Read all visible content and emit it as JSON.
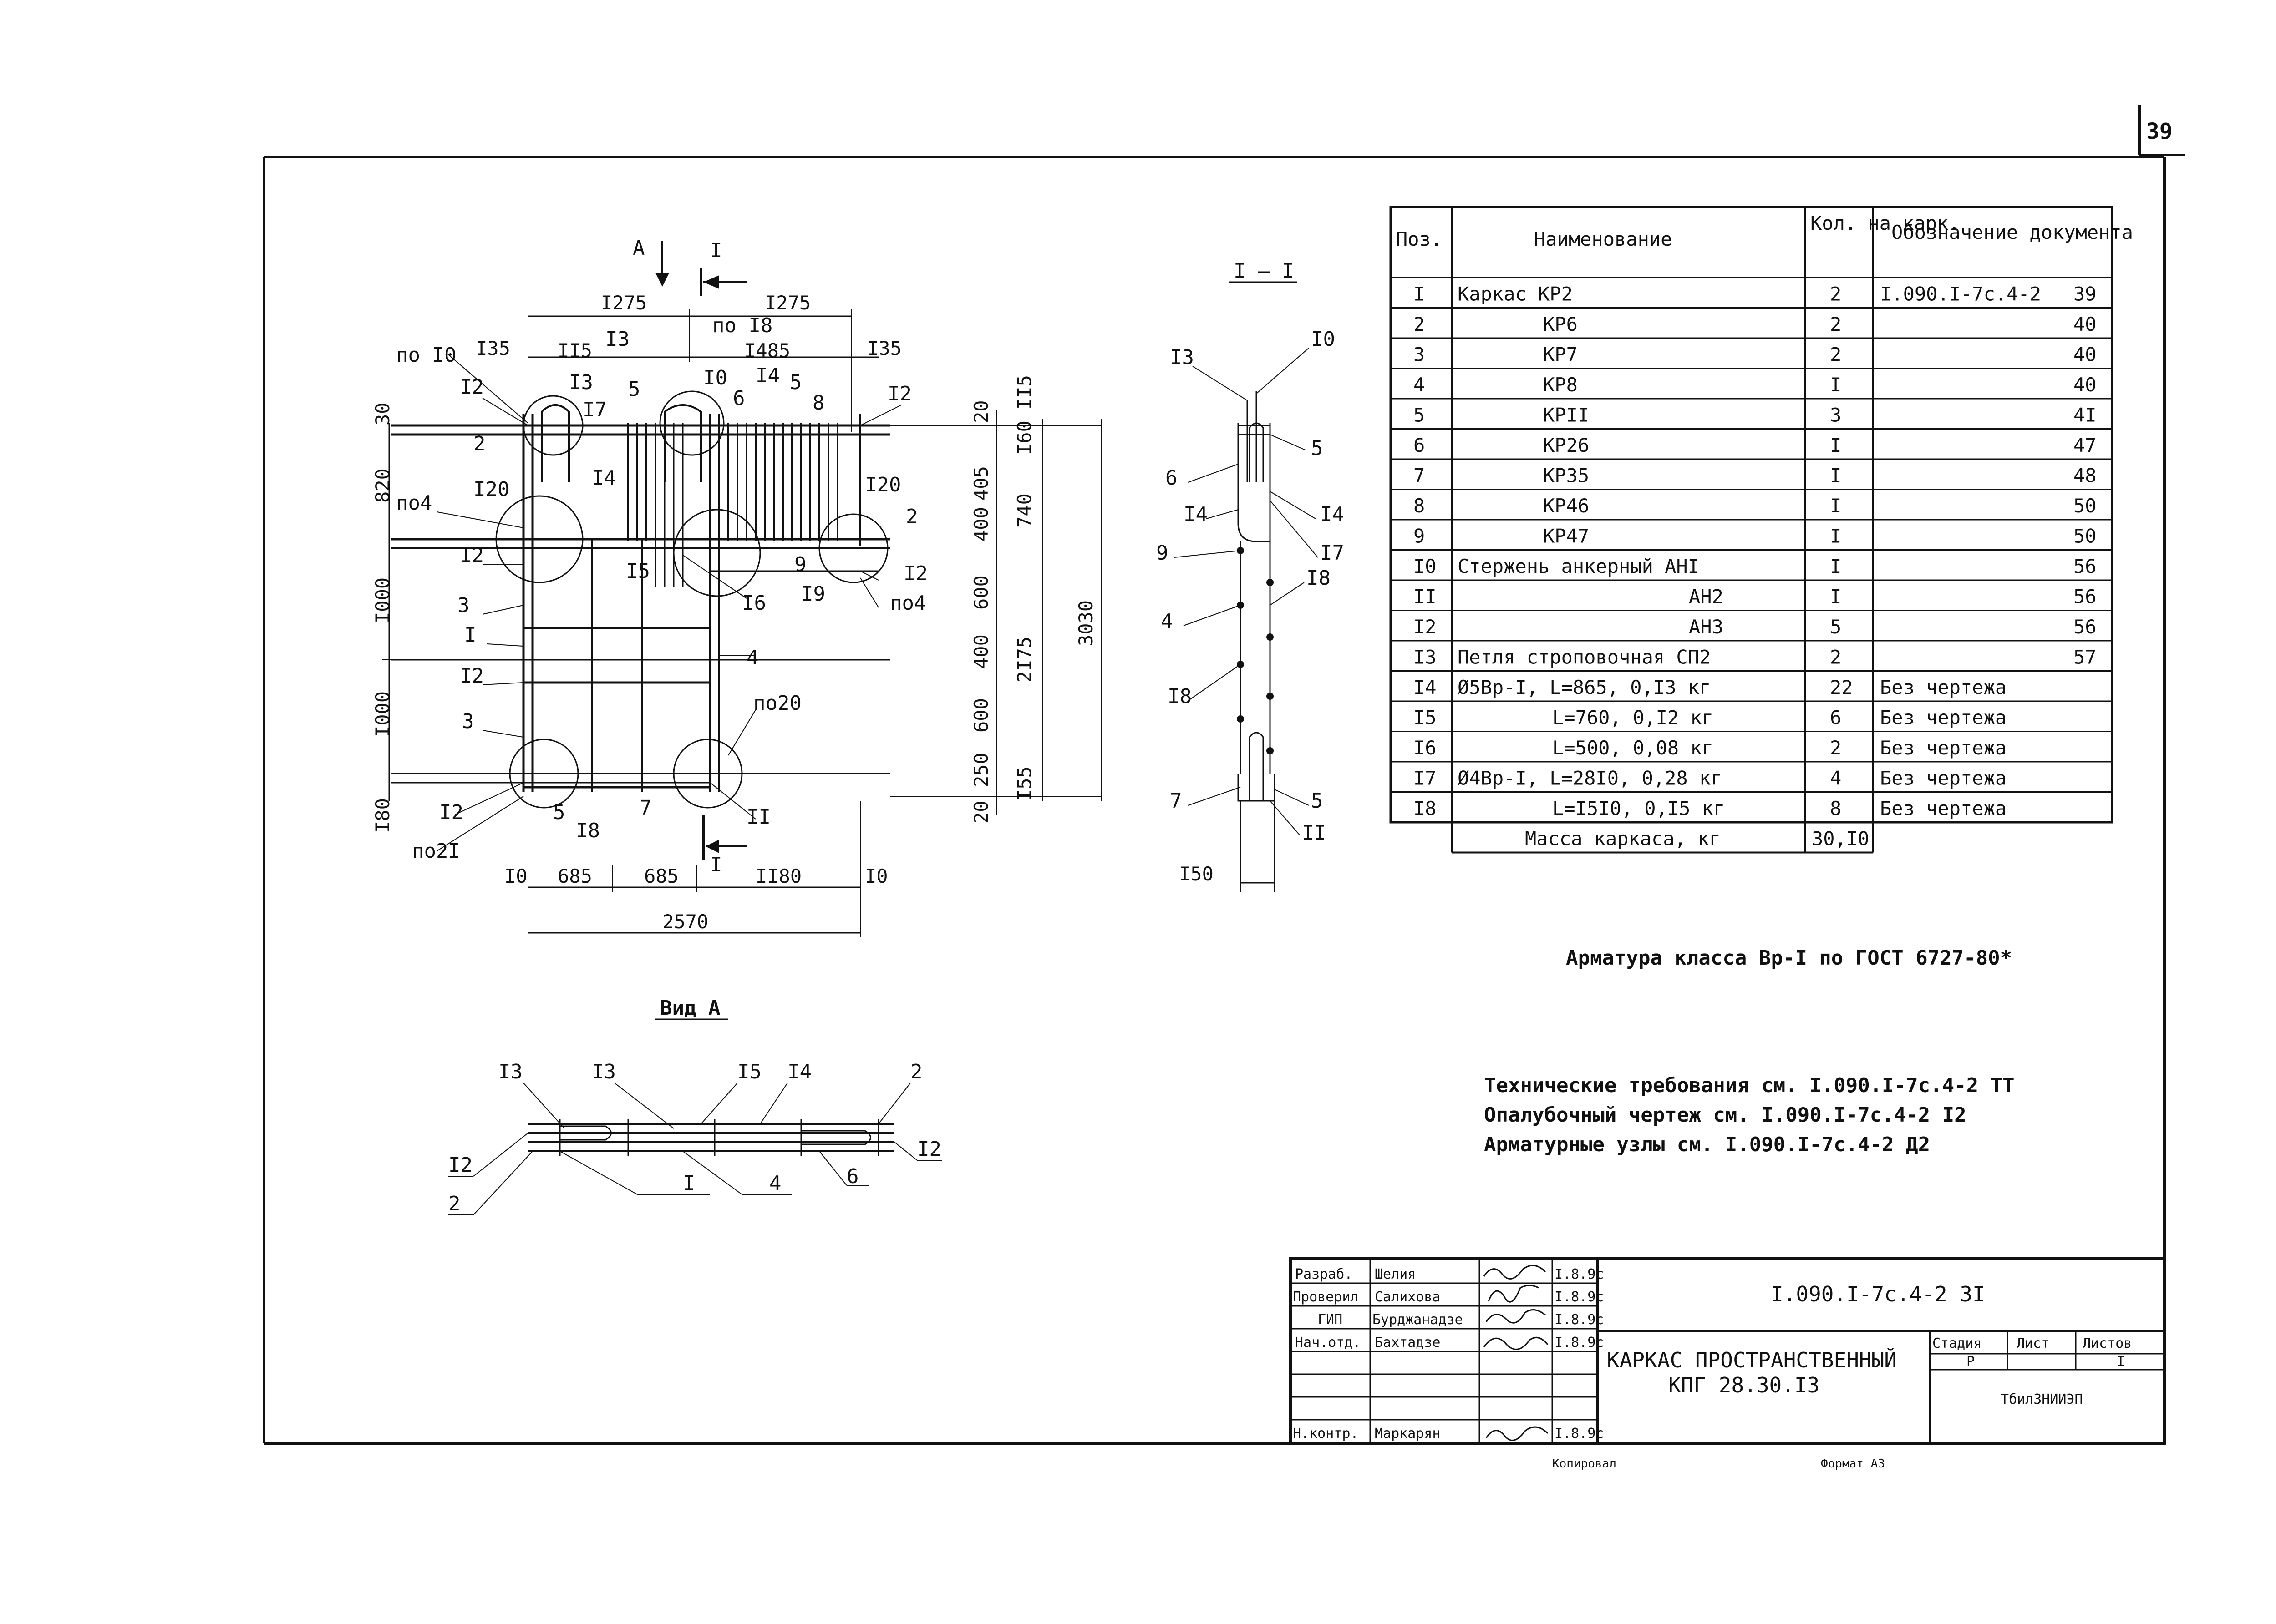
{
  "page_number": "39",
  "drawing": {
    "main_view": {
      "section_marks": [
        "А",
        "I",
        "I"
      ],
      "dims_top": [
        "I275",
        "I275",
        "I35",
        "II5",
        "I485",
        "I35"
      ],
      "dims_bottom": [
        "I0",
        "685",
        "685",
        "II80",
        "I0"
      ],
      "overall_width": "2570",
      "dims_left": [
        "30",
        "820",
        "I000",
        "I000",
        "I80"
      ],
      "dims_right_inner": [
        "20",
        "405",
        "400",
        "600",
        "400",
        "600",
        "250",
        "20"
      ],
      "dims_right_mid": [
        "II5",
        "I60",
        "740",
        "2I75",
        "I55"
      ],
      "dims_right_outer": "3030",
      "pos_labels": [
        "по I0",
        "I3",
        "5",
        "I3",
        "по I8",
        "I0",
        "I4",
        "5",
        "6",
        "8",
        "I2",
        "I2",
        "I7",
        "2",
        "I20",
        "I4",
        "I20",
        "2",
        "по4",
        "I2",
        "I5",
        "I6",
        "9",
        "I9",
        "I2",
        "по4",
        "3",
        "I",
        "4",
        "I2",
        "3",
        "по20",
        "I2",
        "5",
        "I8",
        "7",
        "II",
        "по2I"
      ]
    },
    "section_view": {
      "title": "I – I",
      "labels": [
        "I3",
        "I0",
        "5",
        "6",
        "I4",
        "I4",
        "9",
        "I7",
        "I8",
        "4",
        "I8",
        "7",
        "5",
        "II"
      ],
      "dim": "I50"
    },
    "view_a": {
      "title": "Вид А",
      "labels": [
        "I3",
        "I3",
        "I5",
        "I4",
        "2",
        "I2",
        "I2",
        "2",
        "I",
        "4",
        "6"
      ]
    }
  },
  "spec_table": {
    "headers": [
      "Поз.",
      "Наименование",
      "Кол. на карк.",
      "Обозначение документа"
    ],
    "rows": [
      {
        "pos": "I",
        "name": "Каркас КР2",
        "qty": "2",
        "doc": "I.090.I-7с.4-2",
        "sheet": "39"
      },
      {
        "pos": "2",
        "name": "КР6",
        "qty": "2",
        "doc": "",
        "sheet": "40"
      },
      {
        "pos": "3",
        "name": "КР7",
        "qty": "2",
        "doc": "",
        "sheet": "40"
      },
      {
        "pos": "4",
        "name": "КР8",
        "qty": "I",
        "doc": "",
        "sheet": "40"
      },
      {
        "pos": "5",
        "name": "КРII",
        "qty": "3",
        "doc": "",
        "sheet": "4I"
      },
      {
        "pos": "6",
        "name": "КР26",
        "qty": "I",
        "doc": "",
        "sheet": "47"
      },
      {
        "pos": "7",
        "name": "КР35",
        "qty": "I",
        "doc": "",
        "sheet": "48"
      },
      {
        "pos": "8",
        "name": "КР46",
        "qty": "I",
        "doc": "",
        "sheet": "50"
      },
      {
        "pos": "9",
        "name": "КР47",
        "qty": "I",
        "doc": "",
        "sheet": "50"
      },
      {
        "pos": "I0",
        "name": "Стержень анкерный АНI",
        "qty": "I",
        "doc": "",
        "sheet": "56"
      },
      {
        "pos": "II",
        "name": "АН2",
        "qty": "I",
        "doc": "",
        "sheet": "56"
      },
      {
        "pos": "I2",
        "name": "АН3",
        "qty": "5",
        "doc": "",
        "sheet": "56"
      },
      {
        "pos": "I3",
        "name": "Петля строповочная СП2",
        "qty": "2",
        "doc": "",
        "sheet": "57"
      },
      {
        "pos": "I4",
        "name": "Ø5Вр-I, L=865, 0,I3 кг",
        "qty": "22",
        "doc": "Без чертежа",
        "sheet": ""
      },
      {
        "pos": "I5",
        "name": "L=760, 0,I2 кг",
        "qty": "6",
        "doc": "Без чертежа",
        "sheet": ""
      },
      {
        "pos": "I6",
        "name": "L=500, 0,08 кг",
        "qty": "2",
        "doc": "Без чертежа",
        "sheet": ""
      },
      {
        "pos": "I7",
        "name": "Ø4Вр-I, L=28I0, 0,28 кг",
        "qty": "4",
        "doc": "Без чертежа",
        "sheet": ""
      },
      {
        "pos": "I8",
        "name": "L=I5I0, 0,I5 кг",
        "qty": "8",
        "doc": "Без чертежа",
        "sheet": ""
      }
    ],
    "mass_label": "Масса каркаса, кг",
    "mass_value": "30,I0"
  },
  "notes": {
    "reinforcement": "Арматура класса Вр-I по ГОСТ 6727-80*",
    "line1": "Технические требования см. I.090.I-7с.4-2 ТТ",
    "line2": "Опалубочный чертеж см. I.090.I-7с.4-2 I2",
    "line3": "Арматурные узлы см. I.090.I-7с.4-2 Д2"
  },
  "title_block": {
    "roles": [
      {
        "role": "Разраб.",
        "name": "Шелия",
        "date": "I.8.9с"
      },
      {
        "role": "Проверил",
        "name": "Салихова",
        "date": "I.8.9с"
      },
      {
        "role": "ГИП",
        "name": "Бурджанадзе",
        "date": "I.8.9с"
      },
      {
        "role": "Нач.отд.",
        "name": "Бахтадзе",
        "date": "I.8.9с"
      },
      {
        "role": "Н.контр.",
        "name": "Маркарян",
        "date": "I.8.9с"
      }
    ],
    "code": "I.090.I-7с.4-2 3I",
    "title_line1": "КАРКАС ПРОСТРАНСТВЕННЫЙ",
    "title_line2": "КПГ 28.30.I3",
    "stage_header": "Стадия",
    "sheet_header": "Лист",
    "sheets_header": "Листов",
    "stage": "Р",
    "sheets": "I",
    "org": "ТбилЗНИИЭП"
  },
  "footer": {
    "copied": "Копировал",
    "format": "Формат А3"
  }
}
